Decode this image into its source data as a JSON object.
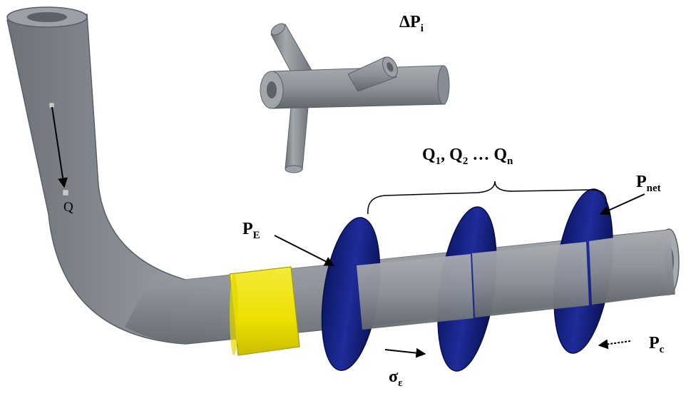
{
  "labels": {
    "delta_p": {
      "main": "ΔP",
      "sub": "i"
    },
    "flow_q": "Q",
    "flows": {
      "q1": "Q",
      "s1": "1",
      "sep1": ", ",
      "q2": "Q",
      "s2": "2",
      "dots": " … ",
      "qn": "Q",
      "sn": "n"
    },
    "p_e": {
      "main": "P",
      "sub": "E"
    },
    "p_net": {
      "main": "P",
      "sub": "net"
    },
    "p_c": {
      "main": "P",
      "sub": "c"
    },
    "sigma": {
      "main": "σ",
      "sub": "ε"
    }
  },
  "colors": {
    "pipe": "#8d9299",
    "pipe_dark": "#5c6168",
    "pipe_light": "#b4b8bd",
    "packer": "#f2e600",
    "disc": "#1a237e",
    "disc_light": "#3949ab"
  }
}
